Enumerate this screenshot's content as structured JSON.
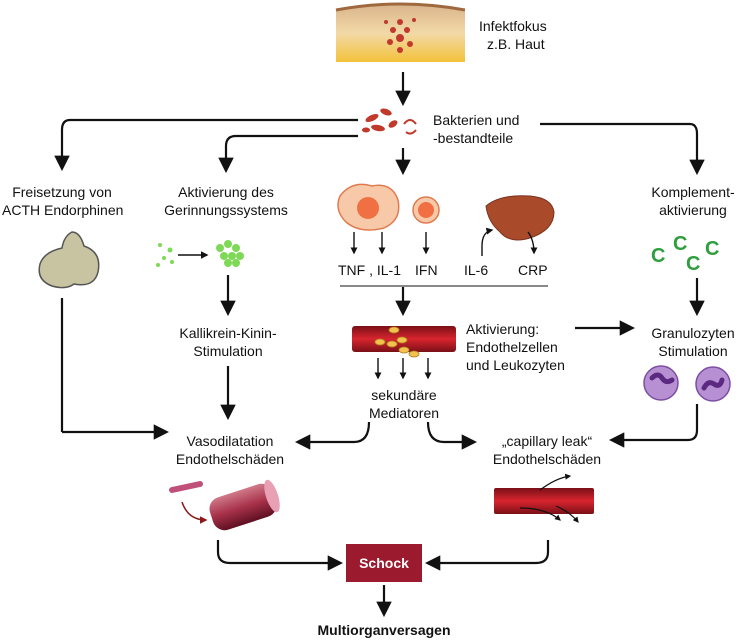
{
  "nodes": {
    "infektfokus": [
      "Infektfokus",
      "z.B. Haut"
    ],
    "bakterien": [
      "Bakterien und",
      "-bestandteile"
    ],
    "freisetzung": [
      "Freisetzung von",
      "ACTH Endorphinen"
    ],
    "gerinnung": [
      "Aktivierung des",
      "Gerinnungssystems"
    ],
    "komplement": [
      "Komplement-",
      "aktivierung"
    ],
    "cytokines": {
      "tnf": "TNF , IL-1",
      "ifn": "IFN",
      "il6": "IL-6",
      "crp": "CRP"
    },
    "kallikrein": [
      "Kallikrein-Kinin-",
      "Stimulation"
    ],
    "aktivierung": [
      "Aktivierung:",
      "Endothelzellen",
      "und Leukozyten"
    ],
    "granulozyten": [
      "Granulozyten",
      "Stimulation"
    ],
    "sekundaer": [
      "sekundäre",
      "Mediatoren"
    ],
    "vasodilatation": [
      "Vasodilatation",
      "Endothelschäden"
    ],
    "capillary": [
      "„capillary leak“",
      "Endothelschäden"
    ],
    "schock": "Schock",
    "multiorgan": "Multiorganversagen"
  },
  "complement_glyph": "C",
  "colors": {
    "schock_box": "#9b1a2e",
    "vessel": "#c41e2a",
    "complement": "#2e9e3e",
    "platelet": "#7ed957",
    "cell": "#f08a5d",
    "liver": "#a94a2a",
    "granulocyte": "#9b59b6",
    "gland": "#c8c3a0"
  }
}
